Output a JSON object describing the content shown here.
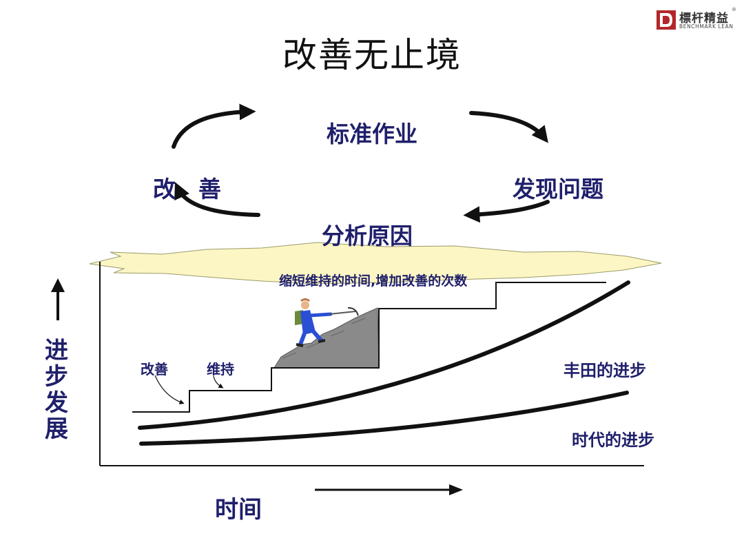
{
  "title": "改善无止境",
  "logo": {
    "name_cn": "標杆精益",
    "name_en": "BENCHMARK LEAN",
    "registered": "®",
    "colors": {
      "mark": "#b3262a",
      "text": "#333333"
    }
  },
  "cycle": {
    "top": "标准作业",
    "right": "发现问题",
    "bottom": "分析原因",
    "left": "改　善"
  },
  "banner": {
    "text": "缩短维持的时间,增加改善的次数",
    "color": "#fcf6c4"
  },
  "staircase": {
    "improve_label": "改善",
    "maintain_label": "维持"
  },
  "curves": {
    "toyota": "丰田的进步",
    "era": "时代的进步"
  },
  "axes": {
    "y_label": "进步发展",
    "x_label": "时间"
  },
  "colors": {
    "label_text": "#1f1f6b",
    "lines": "#111111",
    "rock": "#8a8a8a",
    "climber_suit": "#2a4fd4"
  },
  "icons": [
    "cycle-arrow-icon",
    "climber-icon",
    "rock-icon",
    "up-arrow-icon",
    "right-arrow-icon"
  ]
}
